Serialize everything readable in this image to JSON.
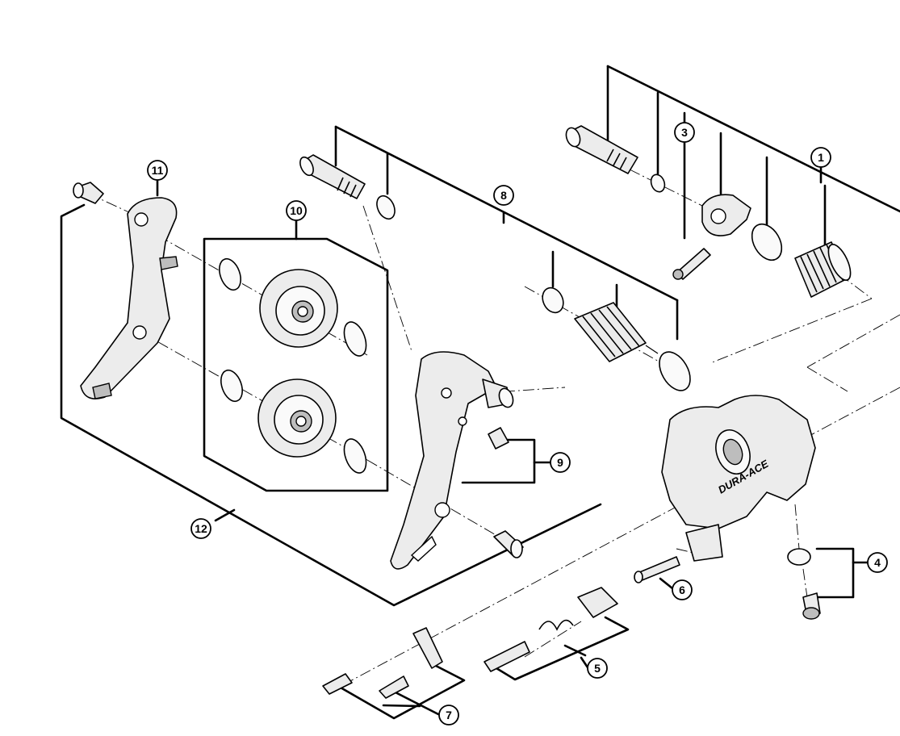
{
  "callouts": {
    "c1": "1",
    "c3": "3",
    "c4": "4",
    "c5": "5",
    "c6": "6",
    "c7": "7",
    "c8": "8",
    "c9": "9",
    "c10": "10",
    "c11": "11",
    "c12": "12"
  },
  "brand_text": "DURA-ACE"
}
